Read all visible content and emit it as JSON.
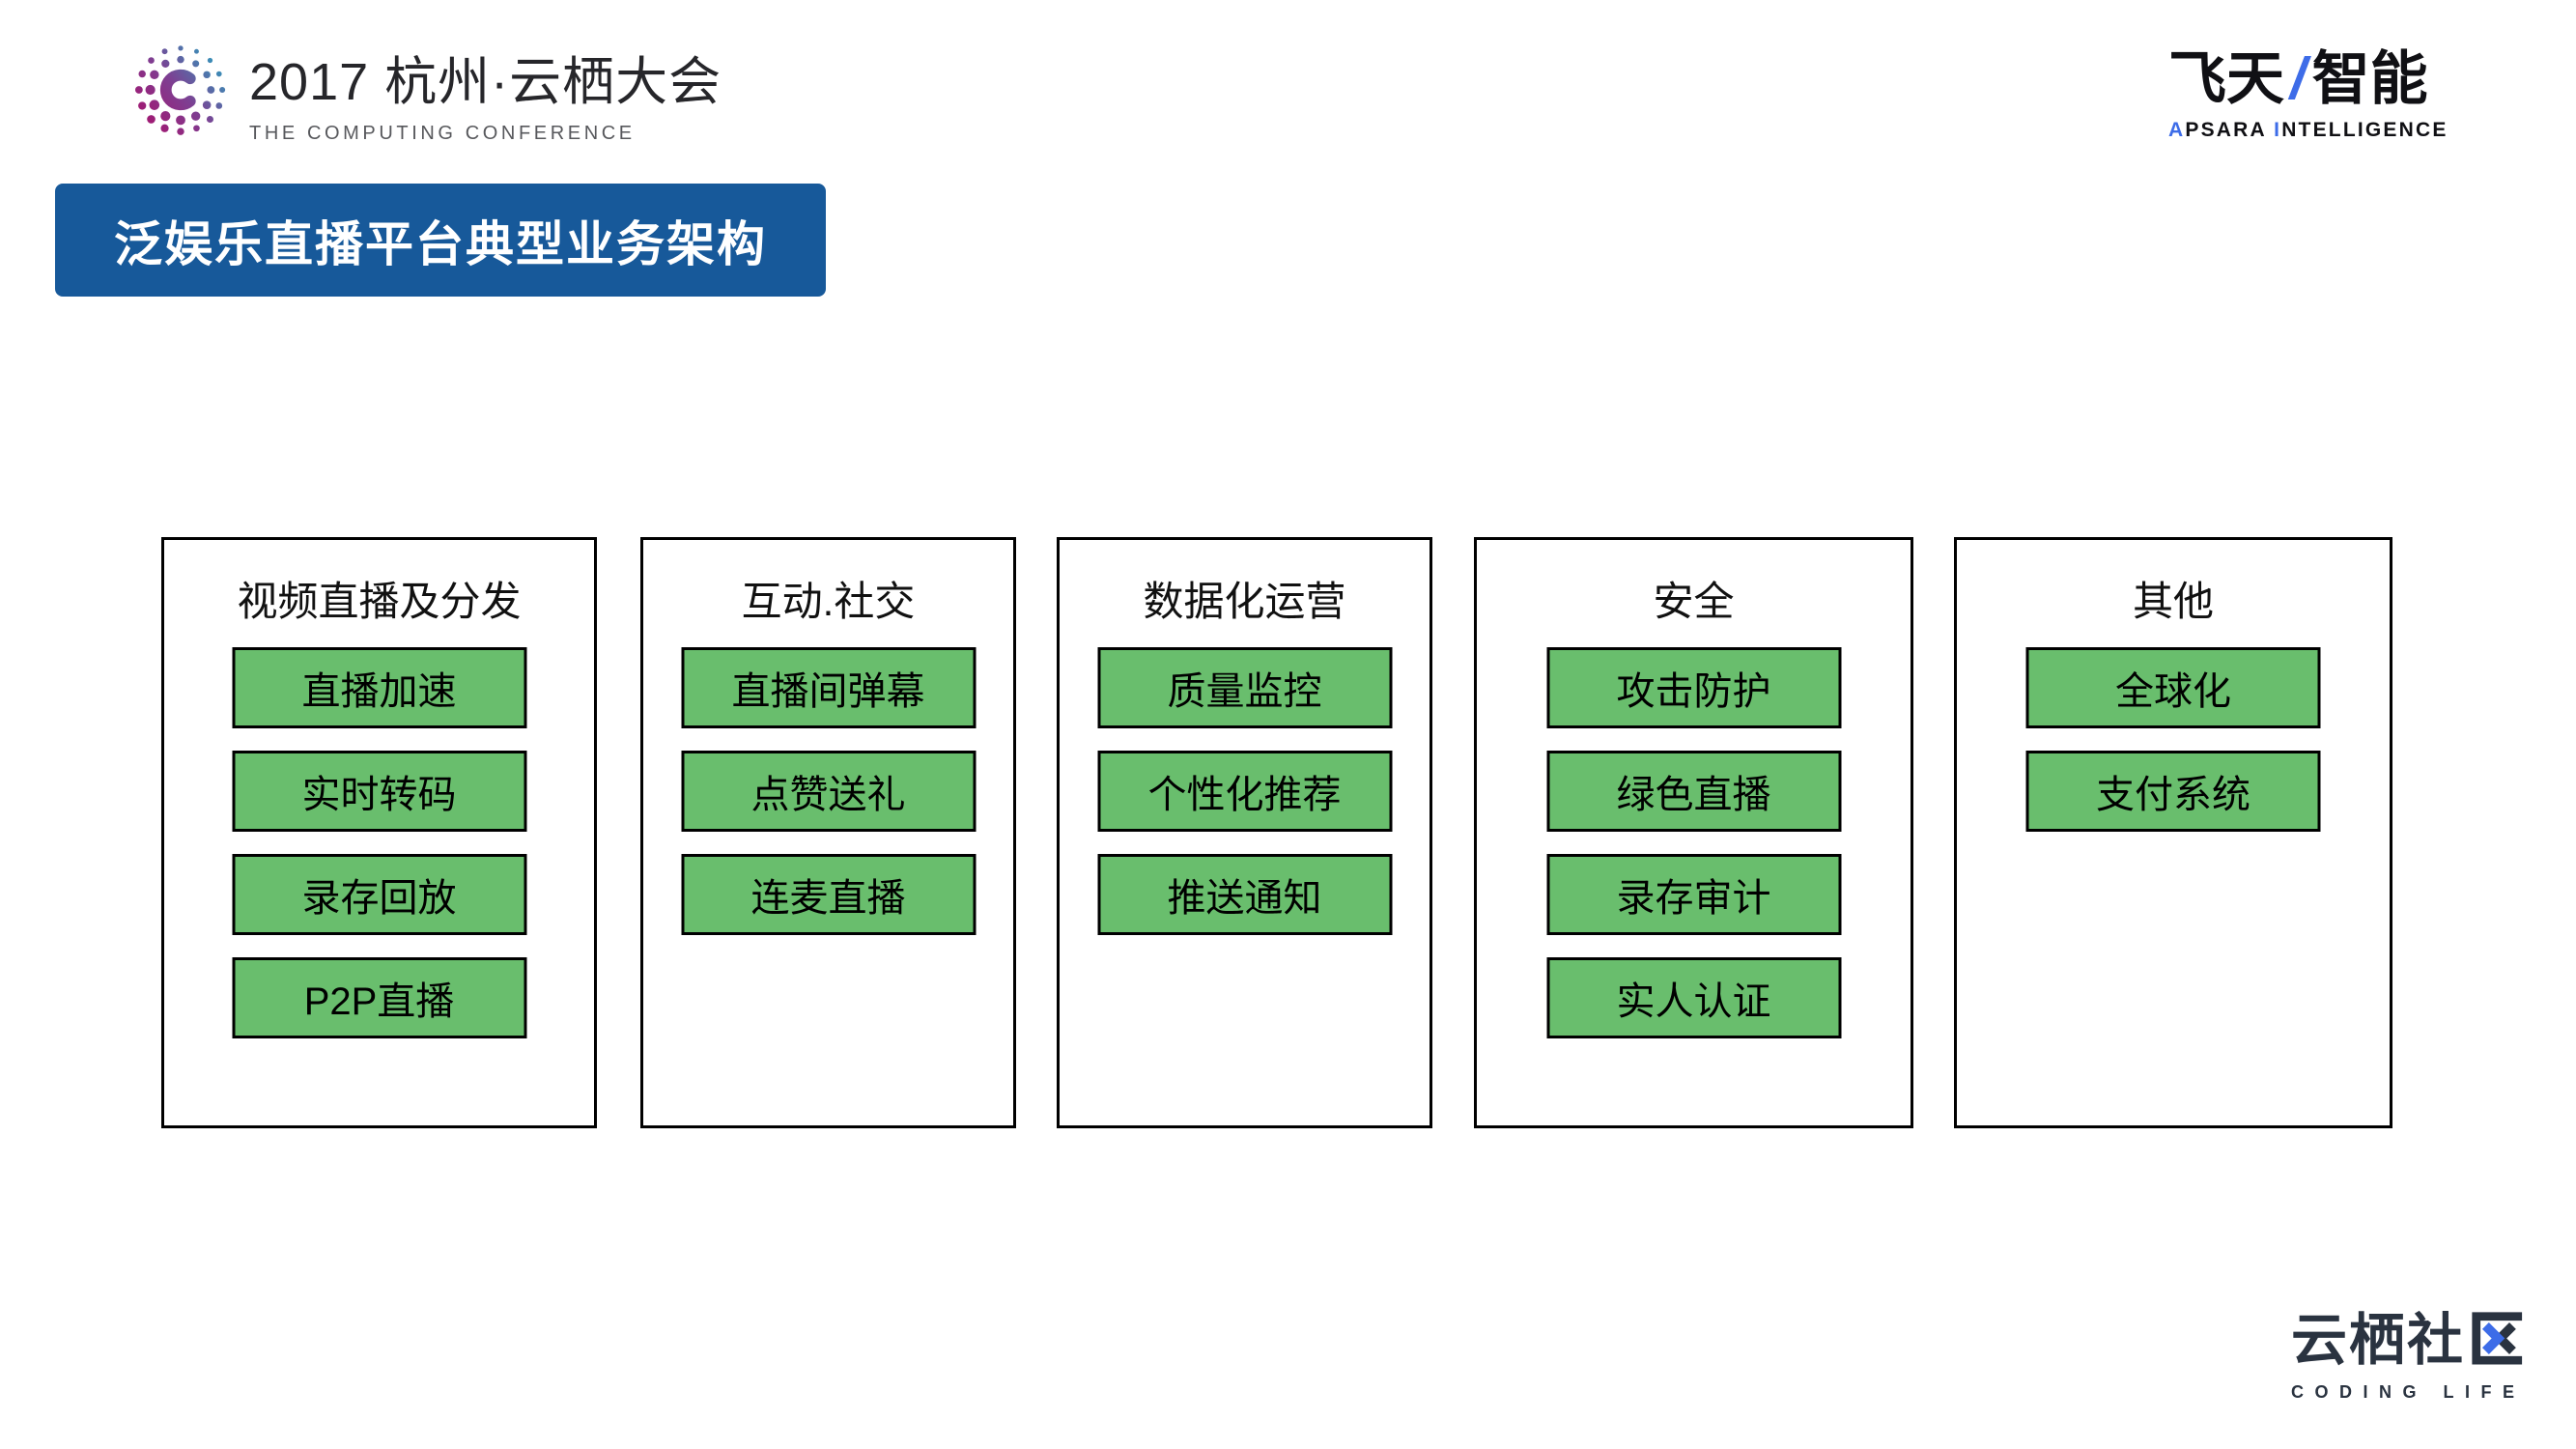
{
  "header": {
    "conference": {
      "logo_icon": "dotted-globe-icon",
      "title": "2017 杭州·云栖大会",
      "subtitle": "THE COMPUTING CONFERENCE"
    },
    "apsara": {
      "cn_left": "飞天",
      "slash": "/",
      "cn_right": "智能",
      "en_a": "A",
      "en_psara": "PSARA ",
      "en_i": "I",
      "en_ntelligence": "NTELLIGENCE"
    }
  },
  "title_bar": {
    "text": "泛娱乐直播平台典型业务架构"
  },
  "diagram": {
    "columns": [
      {
        "title": "视频直播及分发",
        "items": [
          "直播加速",
          "实时转码",
          "录存回放",
          "P2P直播"
        ]
      },
      {
        "title": "互动.社交",
        "items": [
          "直播间弹幕",
          "点赞送礼",
          "连麦直播"
        ]
      },
      {
        "title": "数据化运营",
        "items": [
          "质量监控",
          "个性化推荐",
          "推送通知"
        ]
      },
      {
        "title": "安全",
        "items": [
          "攻击防护",
          "绿色直播",
          "录存审计",
          "实人认证"
        ]
      },
      {
        "title": "其他",
        "items": [
          "全球化",
          "支付系统"
        ]
      }
    ]
  },
  "footer": {
    "community": {
      "cn_prefix": "云栖社",
      "cn_last_char": "区",
      "qu_icon": "qu-stylized-icon",
      "en": "CODING LIFE"
    }
  },
  "colors": {
    "title_bar_bg": "#17599a",
    "service_box_green": "#69be6d",
    "accent_blue": "#3d6ce8",
    "logo_navy": "#2a3340"
  }
}
